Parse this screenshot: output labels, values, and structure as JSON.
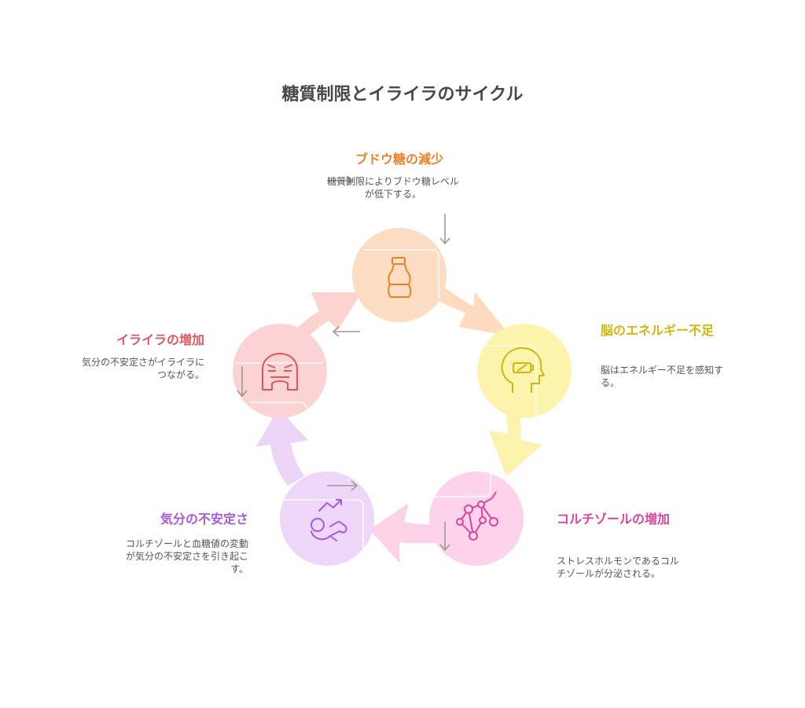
{
  "title": "糖質制限とイライラのサイクル",
  "colors": {
    "orange": "#e8832a",
    "yellow": "#d6b50e",
    "pink": "#d9459c",
    "purple": "#a85bd6",
    "red": "#e25560"
  },
  "steps": [
    {
      "id": "glucose",
      "title": "ブドウ糖の減少",
      "desc": "糖質制限によりブドウ糖レベルが低下する。",
      "icon": "bottle-icon"
    },
    {
      "id": "brain",
      "title": "脳のエネルギー不足",
      "desc": "脳はエネルギー不足を感知する。",
      "icon": "head-low-battery-icon"
    },
    {
      "id": "cortisol",
      "title": "コルチゾールの増加",
      "desc": "ストレスホルモンであるコルチゾールが分泌される。",
      "icon": "molecule-icon"
    },
    {
      "id": "mood",
      "title": "気分の不安定さ",
      "desc": "コルチゾールと血糖値の変動が気分の不安定さを引き起こす。",
      "icon": "mood-swing-icon"
    },
    {
      "id": "irritation",
      "title": "イライラの増加",
      "desc": "気分の不安定さがイライラにつながる。",
      "icon": "angry-face-icon"
    }
  ]
}
